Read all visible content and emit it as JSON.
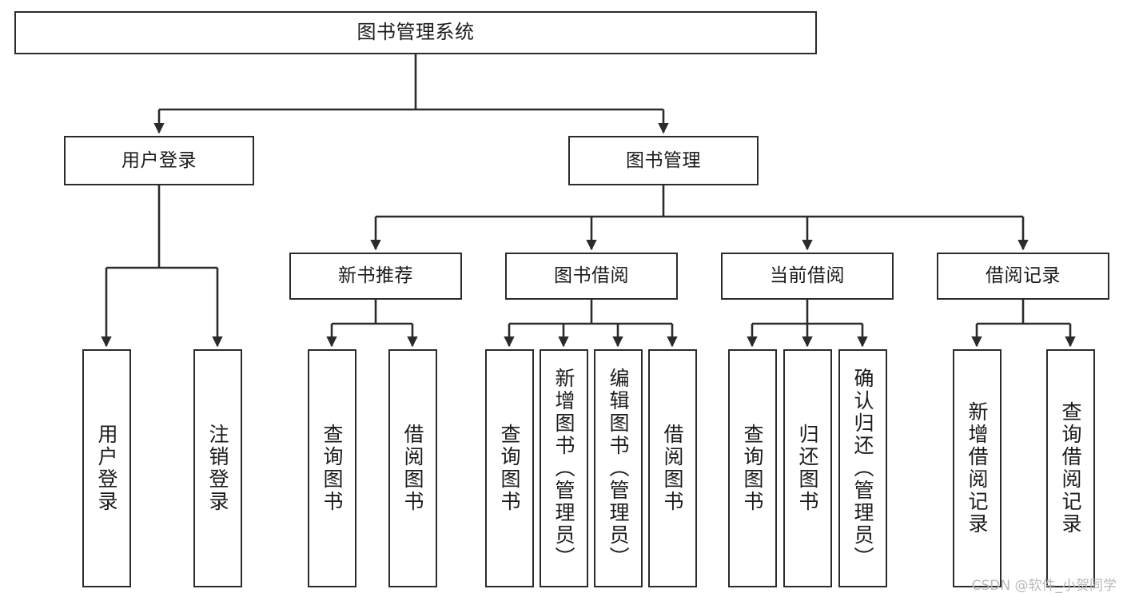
{
  "diagram": {
    "title": "图书管理系统",
    "type": "tree",
    "watermark": "CSDN @软件_小贺同学",
    "colors": {
      "node_border": "#2b2b2b",
      "node_fill": "#ffffff",
      "edge": "#2b2b2b",
      "text": "#1b1b1b",
      "watermark": "#b9b9b9",
      "background": "#ffffff"
    },
    "nodes": {
      "root": {
        "label": "图书管理系统"
      },
      "level2": [
        {
          "id": "user-login",
          "label": "用户登录"
        },
        {
          "id": "book-management",
          "label": "图书管理"
        }
      ],
      "level3": [
        {
          "id": "new-book-recommend",
          "label": "新书推荐"
        },
        {
          "id": "book-borrow",
          "label": "图书借阅"
        },
        {
          "id": "current-borrow",
          "label": "当前借阅"
        },
        {
          "id": "borrow-record",
          "label": "借阅记录"
        }
      ],
      "leaves": {
        "user-login": [
          {
            "id": "leaf-user-login",
            "label": "用户登录"
          },
          {
            "id": "leaf-logout-login",
            "label": "注销登录"
          }
        ],
        "new-book-recommend": [
          {
            "id": "leaf-query-book-1",
            "label": "查询图书"
          },
          {
            "id": "leaf-borrow-book-1",
            "label": "借阅图书"
          }
        ],
        "book-borrow": [
          {
            "id": "leaf-query-book-2",
            "label": "查询图书"
          },
          {
            "id": "leaf-add-book",
            "label": "新增图书（管理员）"
          },
          {
            "id": "leaf-edit-book",
            "label": "编辑图书（管理员）"
          },
          {
            "id": "leaf-borrow-book-2",
            "label": "借阅图书"
          }
        ],
        "current-borrow": [
          {
            "id": "leaf-query-book-3",
            "label": "查询图书"
          },
          {
            "id": "leaf-return-book",
            "label": "归还图书"
          },
          {
            "id": "leaf-confirm-return",
            "label": "确认归还（管理员）"
          }
        ],
        "borrow-record": [
          {
            "id": "leaf-add-record",
            "label": "新增借阅记录"
          },
          {
            "id": "leaf-query-record",
            "label": "查询借阅记录"
          }
        ]
      }
    }
  }
}
